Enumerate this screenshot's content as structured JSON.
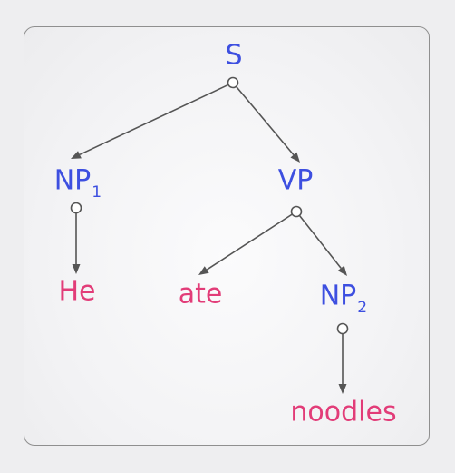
{
  "colors": {
    "nonterminal": "#3d4fe0",
    "terminal": "#e23c78",
    "edge": "#555555"
  },
  "tree": {
    "nodes": [
      {
        "id": "S",
        "text": "S",
        "sub": "",
        "kind": "nonterminal"
      },
      {
        "id": "NP1",
        "text": "NP",
        "sub": "1",
        "kind": "nonterminal"
      },
      {
        "id": "VP",
        "text": "VP",
        "sub": "",
        "kind": "nonterminal"
      },
      {
        "id": "He",
        "text": "He",
        "sub": "",
        "kind": "terminal"
      },
      {
        "id": "ate",
        "text": "ate",
        "sub": "",
        "kind": "terminal"
      },
      {
        "id": "NP2",
        "text": "NP",
        "sub": "2",
        "kind": "nonterminal"
      },
      {
        "id": "noodles",
        "text": "noodles",
        "sub": "",
        "kind": "terminal"
      }
    ],
    "edges": [
      {
        "from": "S",
        "to": "NP1"
      },
      {
        "from": "S",
        "to": "VP"
      },
      {
        "from": "NP1",
        "to": "He"
      },
      {
        "from": "VP",
        "to": "ate"
      },
      {
        "from": "VP",
        "to": "NP2"
      },
      {
        "from": "NP2",
        "to": "noodles"
      }
    ]
  }
}
